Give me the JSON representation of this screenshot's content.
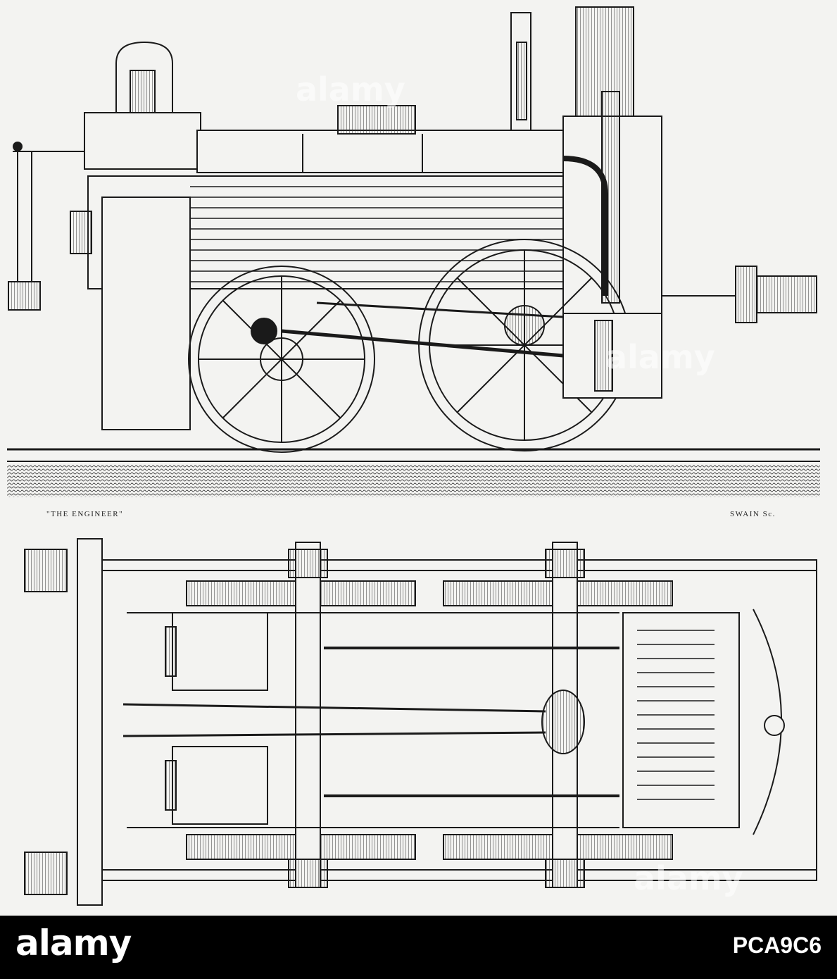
{
  "plate": {
    "caption_left": "\"THE ENGINEER\"",
    "caption_right": "SWAIN Sc.",
    "line_color": "#1a1a1a",
    "paper_color": "#f3f3f1"
  },
  "watermark": {
    "text": "alamy"
  },
  "footer": {
    "logo": "alamy",
    "image_id": "PCA9C6",
    "background": "#000000"
  }
}
